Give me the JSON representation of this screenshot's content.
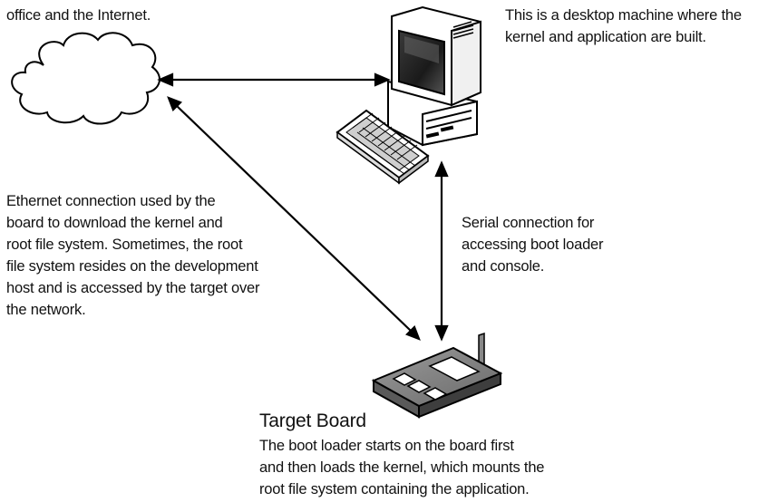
{
  "internet_caption": {
    "lines": [
      "office and the Internet."
    ]
  },
  "host_caption": {
    "text": "This is a desktop machine where the\nkernel and application are built."
  },
  "ethernet_caption": {
    "text": "Ethernet connection used by the\nboard to download the kernel and\nroot file system. Sometimes, the root\nfile system resides on the development\nhost and is accessed by the target over\nthe network."
  },
  "serial_caption": {
    "text": "Serial connection for\naccessing boot loader\nand console."
  },
  "target_board": {
    "title": "Target Board",
    "description": "The boot loader starts on the board first\nand then loads the kernel, which mounts the\nroot file system containing the application."
  },
  "icons": {
    "network": "cloud-icon",
    "host": "desktop-computer-icon",
    "keyboard": "keyboard-icon",
    "target": "target-board-icon"
  },
  "colors": {
    "line": "#000000",
    "screen": "#2a2a2a",
    "shade": "#8a8a8a"
  }
}
